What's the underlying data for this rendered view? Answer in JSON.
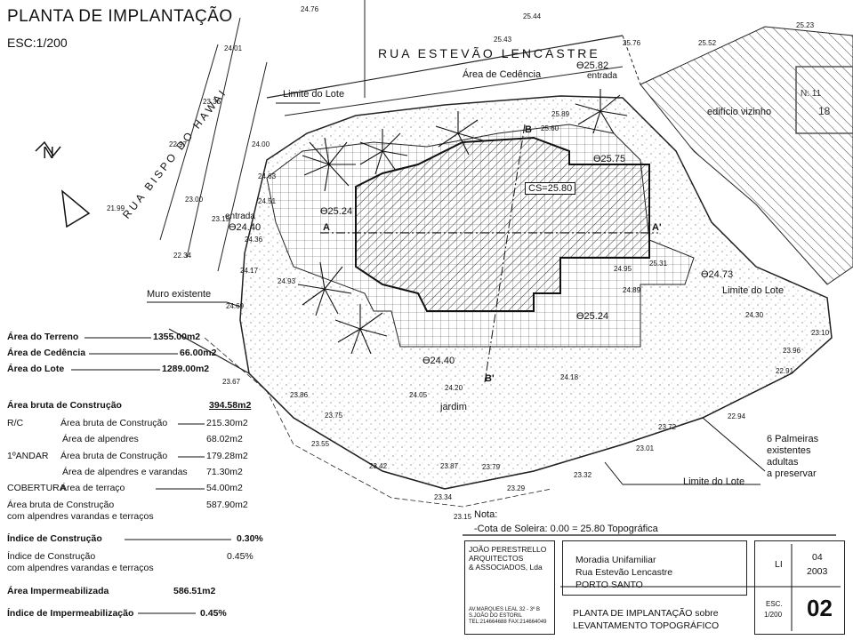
{
  "title": "PLANTA DE IMPLANTAÇÃO",
  "scale": "ESC:1/200",
  "north": "N",
  "streets": {
    "main": "RUA ESTEVÃO LENCASTRE",
    "side": "RUA BISPO DO HAWAI"
  },
  "labels": {
    "area_cedencia": "Área de Cedência",
    "limite_lote": "Limite do Lote",
    "limite_lote_2": "Limite do Lote",
    "limite_lote_3": "Limite do Lote",
    "muro": "Muro existente",
    "edificio": "edifício vizinho",
    "jardim": "jardim",
    "entrada_top": "entrada",
    "entrada_left": "entrada",
    "cs": "CS=25.80",
    "section_a": "A",
    "section_a2": "A'",
    "section_b": "B",
    "section_b2": "B'"
  },
  "levels": {
    "l1": "ϴ25.82",
    "l2": "ϴ25.75",
    "l3": "ϴ25.24",
    "l4": "ϴ24.40",
    "l5": "ϴ24.73",
    "l6": "ϴ25.24",
    "l7": "ϴ24.40"
  },
  "spot_heights": [
    "24.76",
    "25.44",
    "25.43",
    "25.76",
    "25.52",
    "25.23",
    "24.01",
    "23.36",
    "22.97",
    "21.99",
    "23.00",
    "24.00",
    "24.63",
    "24.51",
    "23.19",
    "22.34",
    "24.36",
    "24.17",
    "24.93",
    "24.69",
    "23.67",
    "23.75",
    "23.55",
    "23.42",
    "23.34",
    "23.15",
    "23.29",
    "23.79",
    "23.87",
    "23.32",
    "23.01",
    "23.72",
    "22.94",
    "22.91",
    "23.10",
    "24.30",
    "24.05",
    "24.18",
    "24.20",
    "24.89",
    "24.95",
    "25.31",
    "25.89",
    "25.60",
    "23.86",
    "23.96"
  ],
  "palms_note": {
    "line1": "6 Palmeiras",
    "line2": "existentes",
    "line3": "adultas",
    "line4": "a preservar"
  },
  "note": {
    "heading": "Nota:",
    "text": "-Cota de Soleira: 0.00 = 25.80 Topográfica"
  },
  "areas": [
    {
      "label": "Área do Terreno",
      "value": "1355.00m2",
      "bold": true
    },
    {
      "label": "Área de Cedência",
      "value": "66.00m2",
      "bold": true
    },
    {
      "label": "Área do Lote",
      "value": "1289.00m2",
      "bold": true
    }
  ],
  "construction": {
    "bruta_label": "Área bruta de Construção",
    "bruta_value": "394.58m2",
    "rc": "R/C",
    "rc_bruta_label": "Área bruta de Construção",
    "rc_bruta_value": "215.30m2",
    "rc_alpendres_label": "Área de alpendres",
    "rc_alpendres_value": "68.02m2",
    "andar": "1ºANDAR",
    "andar_bruta_label": "Área bruta de Construção",
    "andar_bruta_value": "179.28m2",
    "andar_varandas_label": "Área de alpendres e varandas",
    "andar_varandas_value": "71.30m2",
    "cobertura": "COBERTURA",
    "cobertura_label": "Área de terraço",
    "cobertura_value": "54.00m2",
    "total_label1": "Área bruta de Construção",
    "total_label2": "com alpendres varandas e terraços",
    "total_value": "587.90m2"
  },
  "indices": {
    "ic_label": "Índice de Construção",
    "ic_value": "0.30%",
    "ic2_label1": "Índice de Construção",
    "ic2_label2": "com alpendres varandas e terraços",
    "ic2_value": "0.45%",
    "aimp_label": "Área Impermeabilizada",
    "aimp_value": "586.51m2",
    "iimp_label": "Índice de Impermeabilização",
    "iimp_value": "0.45%"
  },
  "title_block": {
    "firm1": "JOÃO PERESTRELLO",
    "firm2": "ARQUITECTOS",
    "firm3": "& ASSOCIADOS, Lda",
    "addr1": "AV.MARQUES LEAL 32 - 3º B",
    "addr2": "S.JOÃO DO ESTORIL",
    "addr3": "TEL:214664688 FAX:214664049",
    "project1": "Moradia Unifamiliar",
    "project2": "Rua Estevão Lencastre",
    "project3": "PORTO SANTO",
    "drawing1": "PLANTA DE IMPLANTAÇÃO sobre",
    "drawing2": "LEVANTAMENTO TOPOGRÁFICO",
    "li": "LI",
    "month": "04",
    "year": "2003",
    "esc": "ESC.",
    "esc_val": "1/200",
    "sheet": "02"
  },
  "stamp": {
    "line1": "N: 11",
    "line2": "18"
  }
}
